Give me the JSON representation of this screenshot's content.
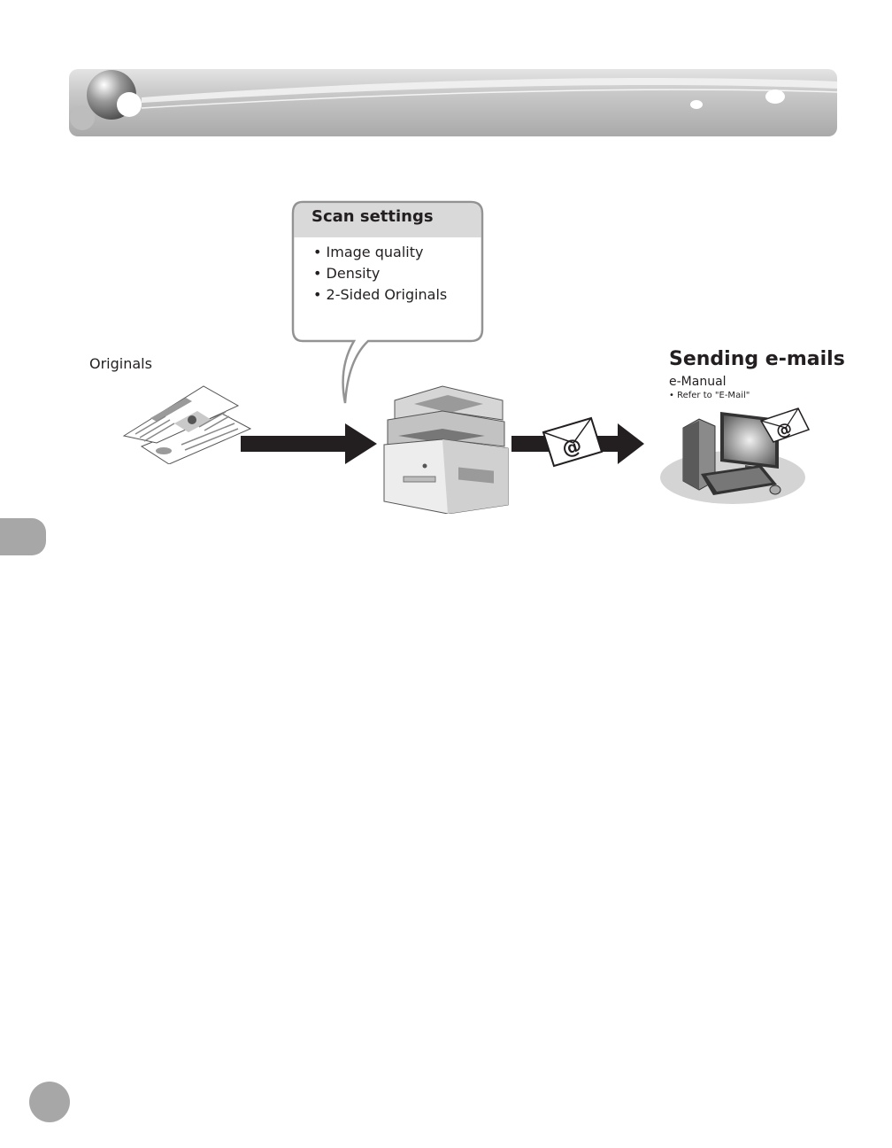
{
  "scan_settings": {
    "title": "Scan settings",
    "items": [
      "• Image quality",
      "• Density",
      "• 2-Sided Originals"
    ]
  },
  "originals": {
    "label": "Originals"
  },
  "sending": {
    "title": "Sending e-mails",
    "emanual": "e-Manual",
    "refer": "• Refer to \"E-Mail\""
  },
  "colors": {
    "banner_gray": "#b3b3b3",
    "tab_gray": "#a7a7a7",
    "bubble_header": "#d9d9d9",
    "arrow_black": "#231f20"
  },
  "icons": [
    "printer-icon",
    "envelope-icon",
    "computer-icon",
    "documents-icon"
  ]
}
